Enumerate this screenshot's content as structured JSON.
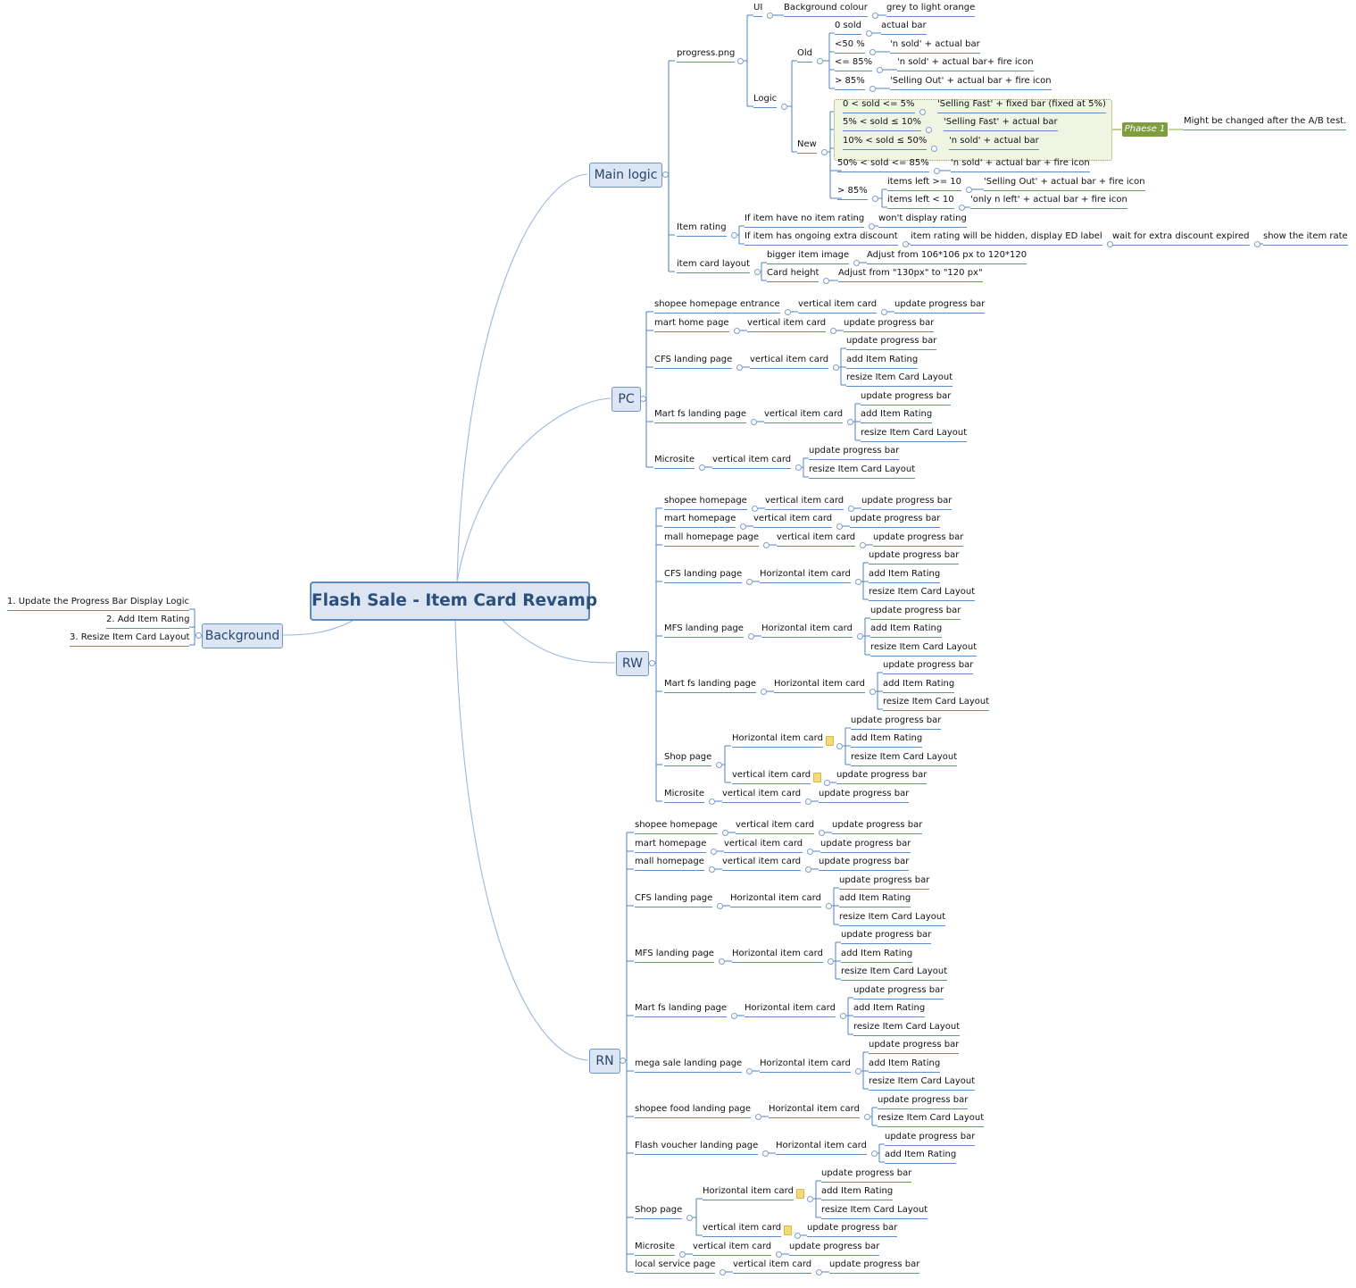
{
  "diagram": {
    "title": "Flash Sale - Item Card Revamp",
    "branches": [
      {
        "label": "Main logic",
        "children": [
          {
            "label": "progress.png",
            "children": [
              {
                "label": "UI",
                "children": [
                  {
                    "label": "Background colour",
                    "children": [
                      {
                        "label": "grey to light orange"
                      }
                    ]
                  }
                ]
              },
              {
                "label": "Logic",
                "children": [
                  {
                    "label": "Old",
                    "children": [
                      {
                        "label": "0 sold",
                        "children": [
                          {
                            "label": "actual bar"
                          }
                        ]
                      },
                      {
                        "label": "<50 %",
                        "children": [
                          {
                            "label": "'n sold'   + actual bar"
                          }
                        ]
                      },
                      {
                        "label": "<= 85%",
                        "children": [
                          {
                            "label": "'n sold'   + actual bar+ fire icon"
                          }
                        ]
                      },
                      {
                        "label": "> 85%",
                        "children": [
                          {
                            "label": "'Selling Out'   + actual bar + fire icon"
                          }
                        ]
                      }
                    ]
                  },
                  {
                    "label": "New",
                    "children": [
                      {
                        "label": "0 < sold <= 5%",
                        "children": [
                          {
                            "label": "'Selling Fast'   + fixed bar (fixed at 5%)"
                          }
                        ]
                      },
                      {
                        "label": "5% < sold ≤ 10%",
                        "children": [
                          {
                            "label": "'Selling Fast'   + actual bar"
                          }
                        ]
                      },
                      {
                        "label": "10% < sold ≤ 50%",
                        "children": [
                          {
                            "label": "'n sold'   + actual bar"
                          }
                        ]
                      },
                      {
                        "label": "50% < sold <= 85%",
                        "children": [
                          {
                            "label": "'n sold'   + actual bar + fire icon"
                          }
                        ]
                      },
                      {
                        "label": "> 85%",
                        "children": [
                          {
                            "label": "items left >= 10",
                            "children": [
                              {
                                "label": "'Selling Out'   + actual bar + fire icon"
                              }
                            ]
                          },
                          {
                            "label": "items left < 10",
                            "children": [
                              {
                                "label": "'only n left'  + actual bar + fire icon"
                              }
                            ]
                          }
                        ]
                      }
                    ]
                  }
                ]
              }
            ]
          },
          {
            "label": "Item rating",
            "children": [
              {
                "label": "If item have no item rating",
                "children": [
                  {
                    "label": "won't display rating"
                  }
                ]
              },
              {
                "label": "If item has ongoing extra discount",
                "children": [
                  {
                    "label": "item rating will be hidden, display ED label",
                    "children": [
                      {
                        "label": "wait for extra discount expired",
                        "children": [
                          {
                            "label": "show the item rate"
                          }
                        ]
                      }
                    ]
                  }
                ]
              }
            ]
          },
          {
            "label": "item card layout",
            "children": [
              {
                "label": "bigger item image",
                "children": [
                  {
                    "label": "Adjust from 106*106 px to 120*120"
                  }
                ]
              },
              {
                "label": "Card height",
                "children": [
                  {
                    "label": "Adjust from \"130px\" to \"120 px\""
                  }
                ]
              }
            ]
          }
        ]
      },
      {
        "label": "PC",
        "children": [
          {
            "label": "shopee homepage entrance",
            "children": [
              {
                "label": "vertical item card",
                "children": [
                  {
                    "label": "update progress bar"
                  }
                ]
              }
            ]
          },
          {
            "label": "mart home page",
            "children": [
              {
                "label": "vertical item card",
                "children": [
                  {
                    "label": "update progress bar"
                  }
                ]
              }
            ]
          },
          {
            "label": "CFS landing page",
            "children": [
              {
                "label": "vertical item card",
                "children": [
                  {
                    "label": "update progress bar"
                  },
                  {
                    "label": "add Item Rating"
                  },
                  {
                    "label": "resize Item Card Layout"
                  }
                ]
              }
            ]
          },
          {
            "label": "Mart fs landing page",
            "children": [
              {
                "label": "vertical item card",
                "children": [
                  {
                    "label": "update progress bar"
                  },
                  {
                    "label": "add Item Rating"
                  },
                  {
                    "label": "resize Item Card Layout"
                  }
                ]
              }
            ]
          },
          {
            "label": "Microsite",
            "children": [
              {
                "label": "vertical item card",
                "children": [
                  {
                    "label": "update progress bar"
                  },
                  {
                    "label": "resize Item Card Layout"
                  }
                ]
              }
            ]
          }
        ]
      },
      {
        "label": "RW",
        "children": [
          {
            "label": "shopee homepage",
            "children": [
              {
                "label": "vertical item card",
                "children": [
                  {
                    "label": "update progress bar"
                  }
                ]
              }
            ]
          },
          {
            "label": "mart homepage",
            "children": [
              {
                "label": "vertical item card",
                "children": [
                  {
                    "label": "update progress bar"
                  }
                ]
              }
            ]
          },
          {
            "label": "mall homepage page",
            "children": [
              {
                "label": "vertical item card",
                "children": [
                  {
                    "label": "update progress bar"
                  }
                ]
              }
            ]
          },
          {
            "label": "CFS landing page",
            "children": [
              {
                "label": "Horizontal item card",
                "children": [
                  {
                    "label": "update progress bar"
                  },
                  {
                    "label": "add Item Rating"
                  },
                  {
                    "label": "resize Item Card Layout"
                  }
                ]
              }
            ]
          },
          {
            "label": "MFS landing page",
            "children": [
              {
                "label": "Horizontal item card",
                "children": [
                  {
                    "label": "update progress bar"
                  },
                  {
                    "label": "add Item Rating"
                  },
                  {
                    "label": "resize Item Card Layout"
                  }
                ]
              }
            ]
          },
          {
            "label": "Mart fs landing page",
            "children": [
              {
                "label": "Horizontal item card",
                "children": [
                  {
                    "label": "update progress bar"
                  },
                  {
                    "label": "add Item Rating"
                  },
                  {
                    "label": "resize Item Card Layout"
                  }
                ]
              }
            ]
          },
          {
            "label": "Shop page",
            "children": [
              {
                "label": "Horizontal item card",
                "children": [
                  {
                    "label": "update progress bar"
                  },
                  {
                    "label": "add Item Rating"
                  },
                  {
                    "label": "resize Item Card Layout"
                  }
                ]
              },
              {
                "label": "vertical item card",
                "children": [
                  {
                    "label": "update progress bar"
                  }
                ]
              }
            ]
          },
          {
            "label": "Microsite",
            "children": [
              {
                "label": "vertical item card",
                "children": [
                  {
                    "label": "update progress bar"
                  }
                ]
              }
            ]
          }
        ]
      },
      {
        "label": "RN",
        "children": [
          {
            "label": "shopee homepage",
            "children": [
              {
                "label": "vertical item card",
                "children": [
                  {
                    "label": "update progress bar"
                  }
                ]
              }
            ]
          },
          {
            "label": "mart homepage",
            "children": [
              {
                "label": "vertical item card",
                "children": [
                  {
                    "label": "update progress bar"
                  }
                ]
              }
            ]
          },
          {
            "label": "mall homepage",
            "children": [
              {
                "label": "vertical item card",
                "children": [
                  {
                    "label": "update progress bar"
                  }
                ]
              }
            ]
          },
          {
            "label": "CFS landing page",
            "children": [
              {
                "label": "Horizontal item card",
                "children": [
                  {
                    "label": "update progress bar"
                  },
                  {
                    "label": "add Item Rating"
                  },
                  {
                    "label": "resize Item Card Layout"
                  }
                ]
              }
            ]
          },
          {
            "label": "MFS landing page",
            "children": [
              {
                "label": "Horizontal item card",
                "children": [
                  {
                    "label": "update progress bar"
                  },
                  {
                    "label": "add Item Rating"
                  },
                  {
                    "label": "resize Item Card Layout"
                  }
                ]
              }
            ]
          },
          {
            "label": "Mart fs landing page",
            "children": [
              {
                "label": "Horizontal item card",
                "children": [
                  {
                    "label": "update progress bar"
                  },
                  {
                    "label": "add Item Rating"
                  },
                  {
                    "label": "resize Item Card Layout"
                  }
                ]
              }
            ]
          },
          {
            "label": "mega sale landing page",
            "children": [
              {
                "label": "Horizontal item card",
                "children": [
                  {
                    "label": "update progress bar"
                  },
                  {
                    "label": "add Item Rating"
                  },
                  {
                    "label": "resize Item Card Layout"
                  }
                ]
              }
            ]
          },
          {
            "label": "shopee food landing page",
            "children": [
              {
                "label": "Horizontal item card",
                "children": [
                  {
                    "label": "update progress bar"
                  },
                  {
                    "label": "resize Item Card Layout"
                  }
                ]
              }
            ]
          },
          {
            "label": "Flash voucher landing page",
            "children": [
              {
                "label": "Horizontal item card",
                "children": [
                  {
                    "label": "update progress bar"
                  },
                  {
                    "label": "add Item Rating"
                  }
                ]
              }
            ]
          },
          {
            "label": "Shop page",
            "children": [
              {
                "label": "Horizontal item card",
                "children": [
                  {
                    "label": "update progress bar"
                  },
                  {
                    "label": "add Item Rating"
                  },
                  {
                    "label": "resize Item Card Layout"
                  }
                ]
              },
              {
                "label": "vertical item card",
                "children": [
                  {
                    "label": "update progress bar"
                  }
                ]
              }
            ]
          },
          {
            "label": "Microsite",
            "children": [
              {
                "label": "vertical item card",
                "children": [
                  {
                    "label": "update progress bar"
                  }
                ]
              }
            ]
          },
          {
            "label": "local service page",
            "children": [
              {
                "label": "vertical item card",
                "children": [
                  {
                    "label": "update progress bar"
                  }
                ]
              }
            ]
          }
        ]
      },
      {
        "label": "Background",
        "children": [
          {
            "label": "1. Update the Progress Bar Display Logic"
          },
          {
            "label": "2. Add Item Rating"
          },
          {
            "label": "3. Resize Item Card Layout"
          }
        ]
      }
    ],
    "phase_label": "Phaese 1",
    "phase_note": "Might be changed after the A/B test.",
    "colors": {
      "line": "#5b8dc8",
      "curve": "#9bb7dc",
      "topic_fill": "#dbe5f3",
      "topic_border": "#6d95c6",
      "phase_fill": "#7e9d3f",
      "boundary_fill": "#eff4e3",
      "note_icon": "#f2d97a"
    }
  }
}
